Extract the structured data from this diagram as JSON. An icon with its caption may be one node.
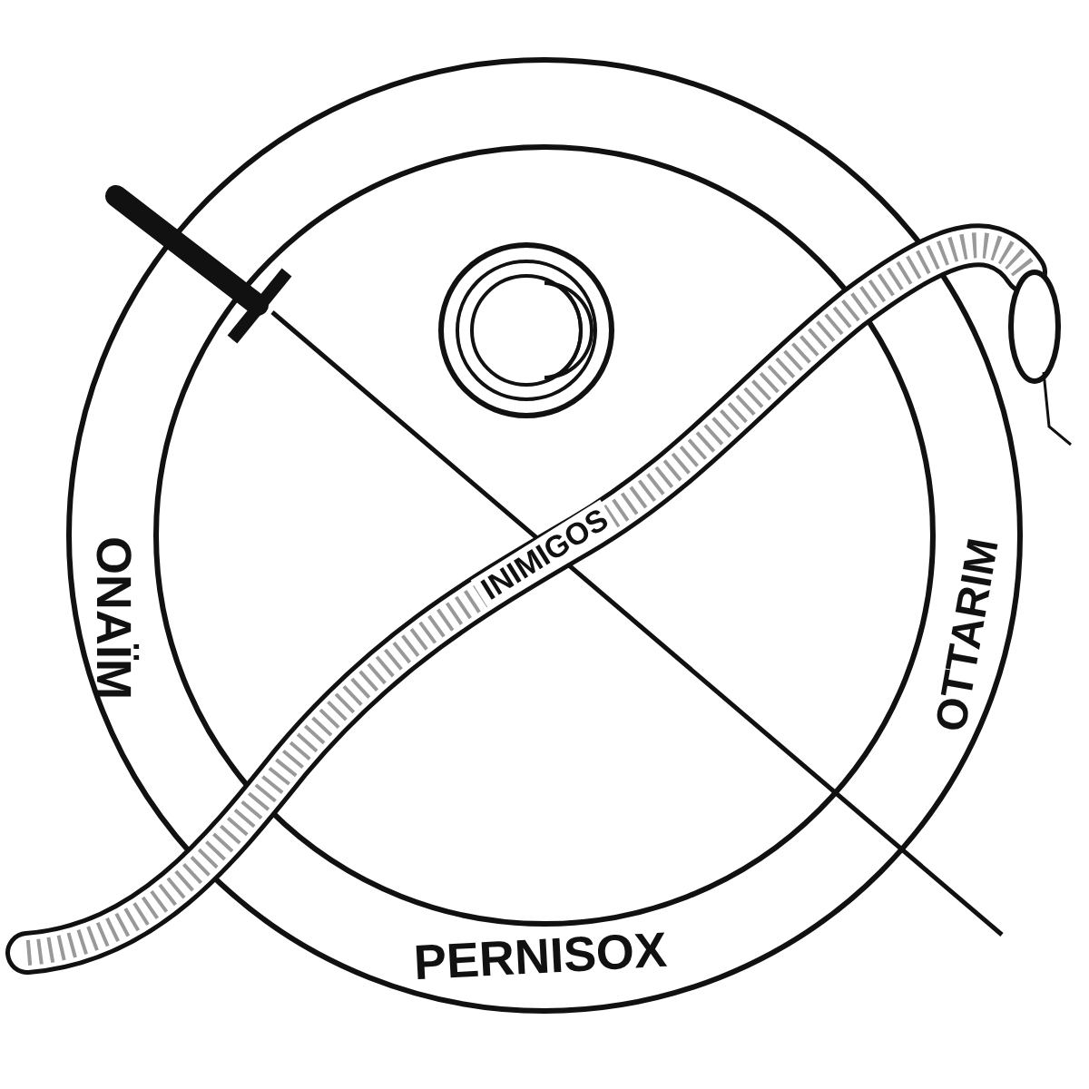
{
  "diagram": {
    "labels": [
      "ONAÏM",
      "INIMIGOS",
      "OTTARIM",
      "PERNISOX"
    ]
  }
}
